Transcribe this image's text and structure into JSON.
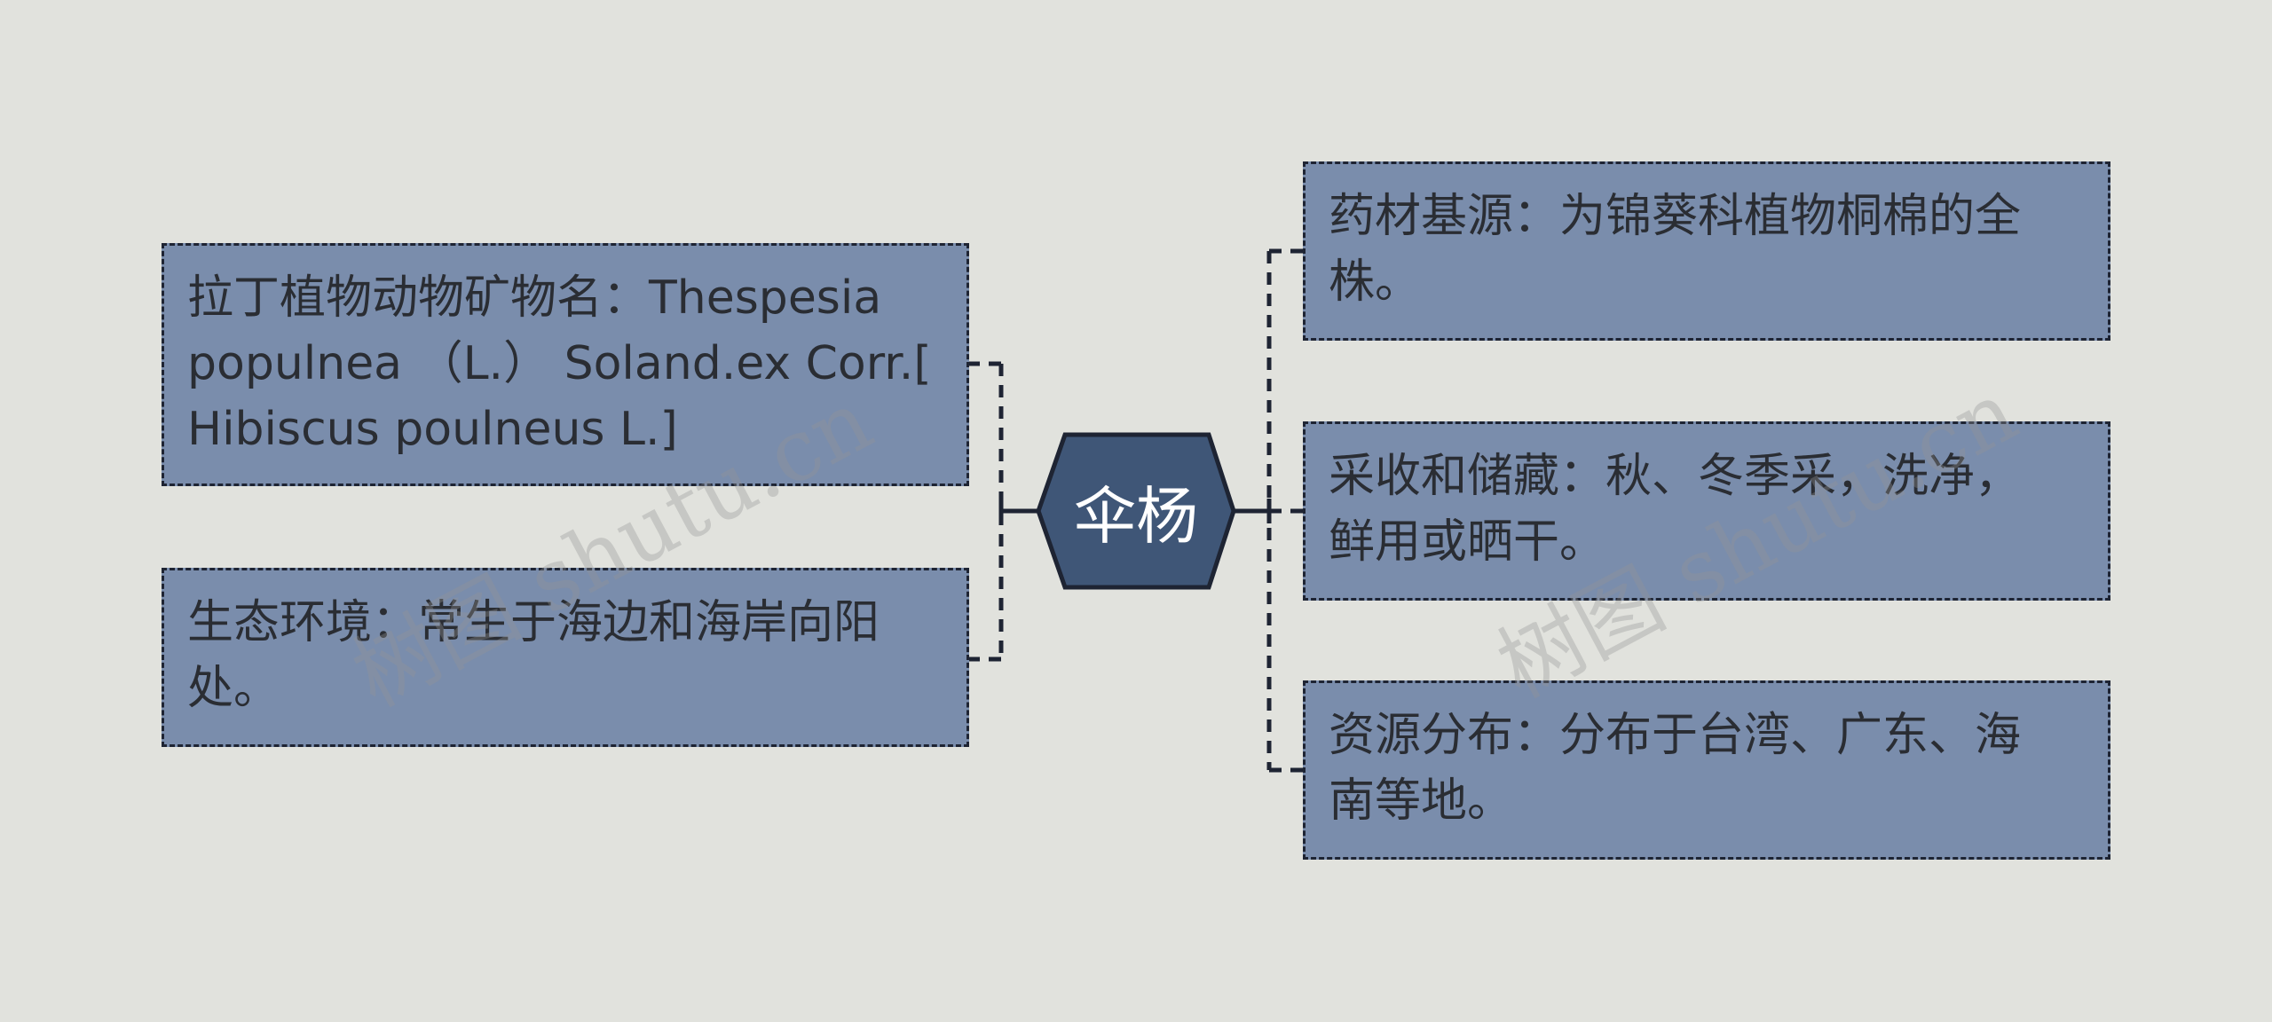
{
  "center": {
    "label": "伞杨"
  },
  "left_nodes": [
    {
      "lines": [
        "拉丁植物动物矿物名：Thespesia",
        "populnea （L.） Soland.ex Corr.[",
        "Hibiscus poulneus L.]"
      ]
    },
    {
      "lines": [
        "生态环境：常生于海边和海岸向阳",
        "处。"
      ]
    }
  ],
  "right_nodes": [
    {
      "lines": [
        "药材基源：为锦葵科植物桐棉的全",
        "株。"
      ]
    },
    {
      "lines": [
        "采收和储藏：秋、冬季采，洗净，",
        "鲜用或晒干。"
      ]
    },
    {
      "lines": [
        "资源分布：分布于台湾、广东、海",
        "南等地。"
      ]
    }
  ],
  "watermarks": [
    "树图 shutu.cn",
    "树图 shutu.cn"
  ],
  "colors": {
    "background": "#e1e2dd",
    "node_fill": "#7a8dac",
    "center_fill": "#3f5677",
    "border": "#1e2433",
    "text": "#2a2d33"
  }
}
